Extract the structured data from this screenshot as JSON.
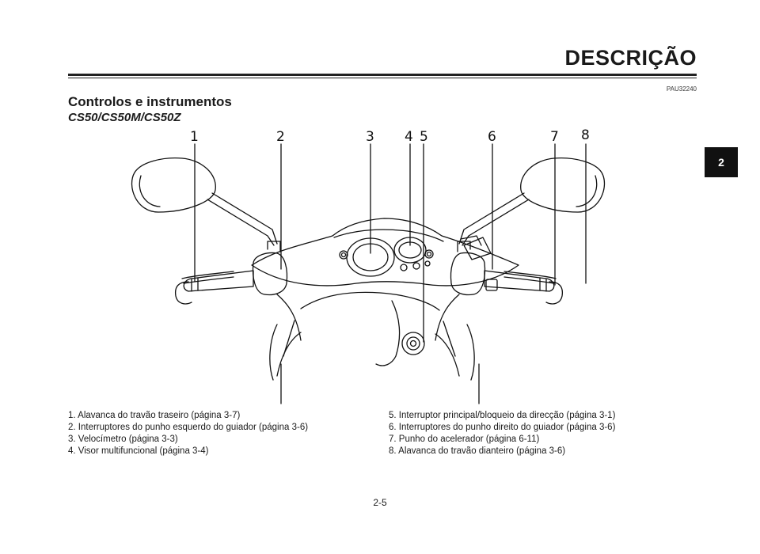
{
  "header": {
    "section_title": "DESCRIÇÃO",
    "ref_code": "PAU32240"
  },
  "chapter_tab": "2",
  "content": {
    "heading": "Controlos e instrumentos",
    "subheading": "CS50/CS50M/CS50Z"
  },
  "callouts": [
    "1",
    "2",
    "3",
    "4",
    "5",
    "6",
    "7",
    "8"
  ],
  "legend_left": [
    "1. Alavanca do travão traseiro (página 3-7)",
    "2. Interruptores do punho esquerdo do guiador (página 3-6)",
    "3. Velocímetro (página 3-3)",
    "4. Visor multifuncional (página 3-4)"
  ],
  "legend_right": [
    "5. Interruptor principal/bloqueio da direcção (página 3-1)",
    "6. Interruptores do punho direito do guiador (página 3-6)",
    "7. Punho do acelerador (página 6-11)",
    "8. Alavanca do travão dianteiro (página 3-6)"
  ],
  "footer": {
    "page_number": "2-5"
  }
}
